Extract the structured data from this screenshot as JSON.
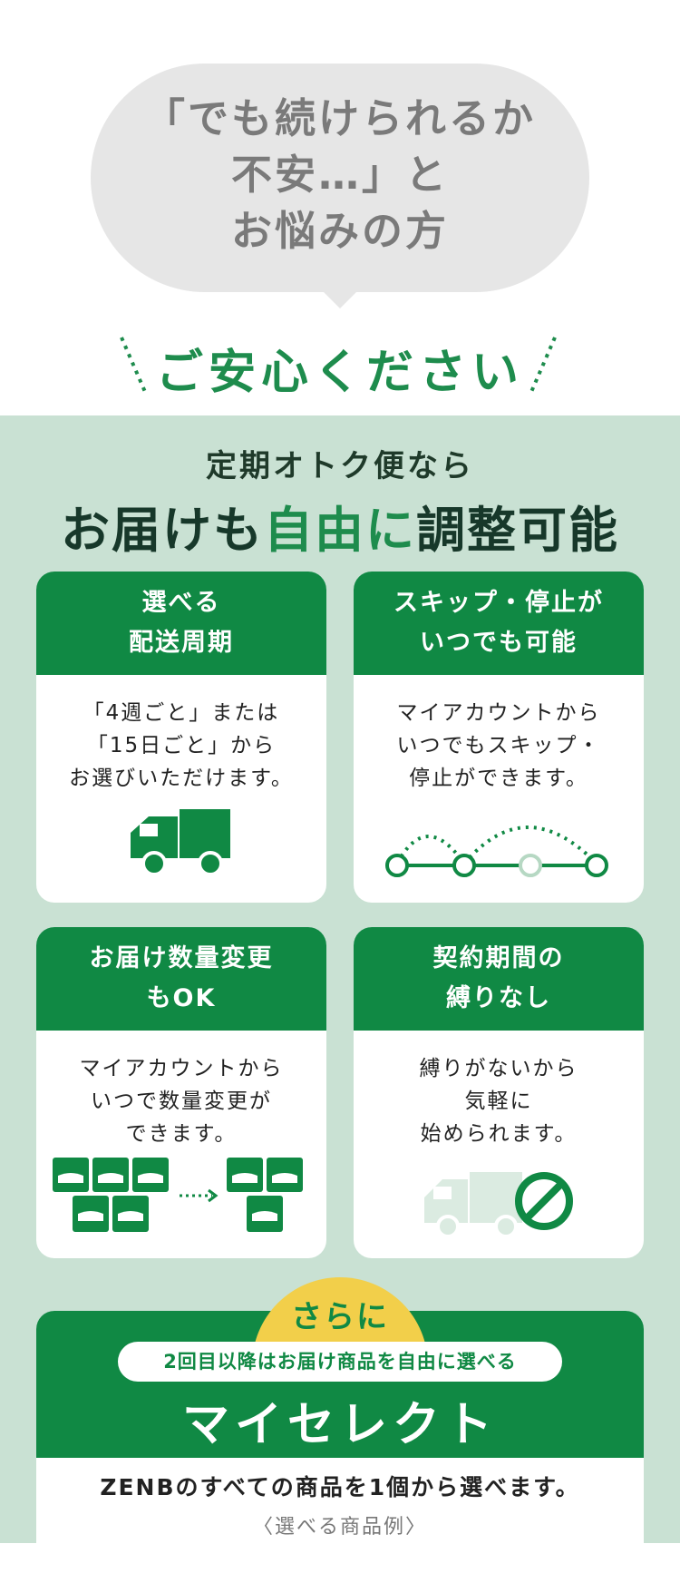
{
  "colors": {
    "brand_green": "#108944",
    "title_green": "#1e8c4d",
    "bg_green": "#c9e1d3",
    "bubble_gray": "#e6e6e6",
    "accent_yellow": "#f2cf4a"
  },
  "hero": {
    "bubble_lines": [
      "「でも続けられるか",
      "不安…」と",
      "お悩みの方"
    ],
    "reassure": "ご安心ください"
  },
  "section": {
    "subtitle": "定期オトク便なら",
    "title_before": "お届けも",
    "title_highlight": "自由に",
    "title_after": "調整可能"
  },
  "cards": [
    {
      "head_lines": [
        "選べる",
        "配送周期"
      ],
      "body_lines": [
        "「4週ごと」または",
        "「15日ごと」から",
        "お選びいただけます。"
      ],
      "icon": "delivery-truck-icon"
    },
    {
      "head_lines": [
        "スキップ・停止が",
        "いつでも可能"
      ],
      "body_lines": [
        "マイアカウントから",
        "いつでもスキップ・",
        "停止ができます。"
      ],
      "icon": "skip-timeline-icon"
    },
    {
      "head_lines": [
        "お届け数量変更",
        "もOK"
      ],
      "body_lines": [
        "マイアカウントから",
        "いつで数量変更が",
        "できます。"
      ],
      "icon": "quantity-change-icon"
    },
    {
      "head_lines": [
        "契約期間の",
        "縛りなし"
      ],
      "body_lines": [
        "縛りがないから",
        "気軽に",
        "始められます。"
      ],
      "icon": "no-contract-icon"
    }
  ],
  "bottom": {
    "sarani": "さらに",
    "pill": "2回目以降はお届け商品を自由に選べる",
    "title": "マイセレクト",
    "desc": "ZENBのすべての商品を1個から選べます。",
    "example": "〈選べる商品例〉"
  }
}
